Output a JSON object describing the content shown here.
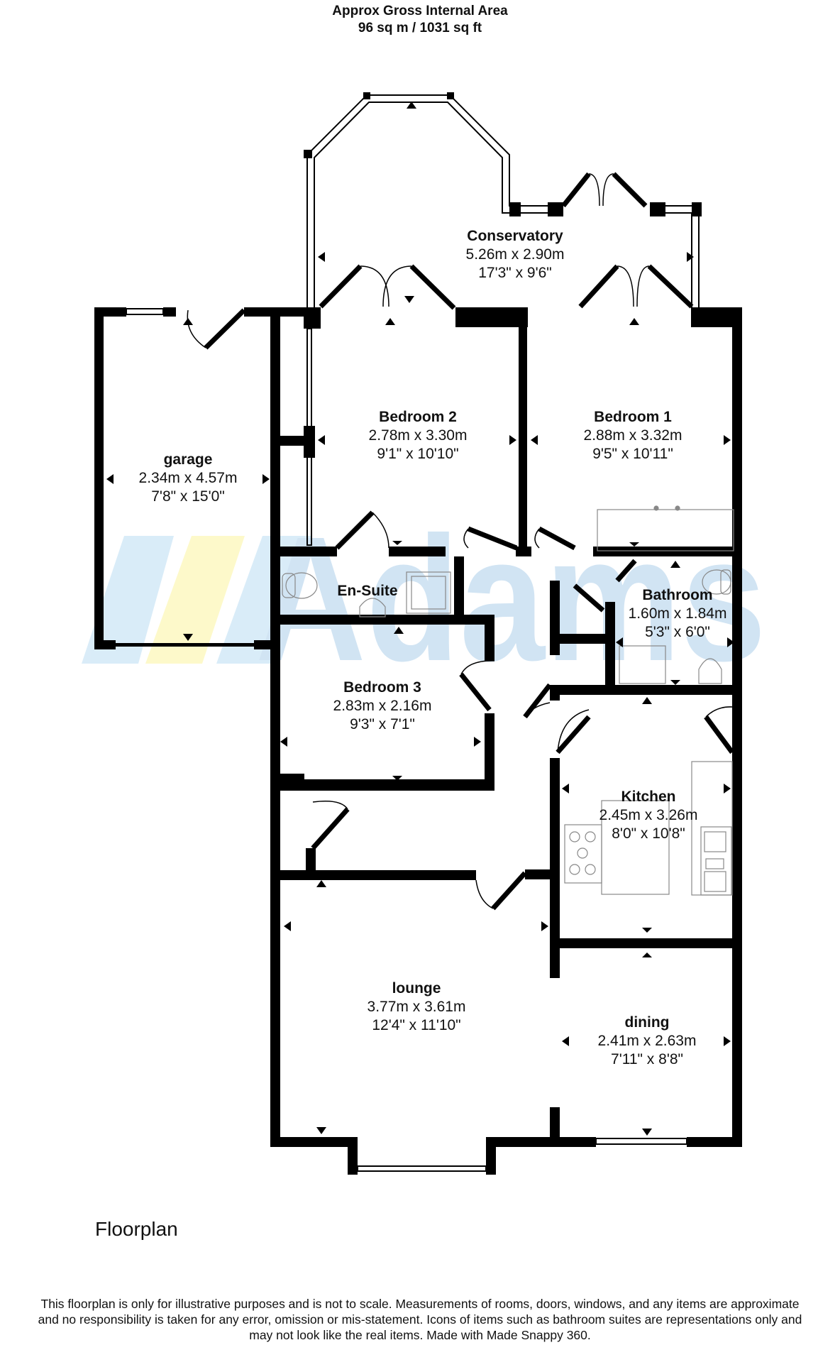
{
  "header": {
    "title": "Approx Gross Internal Area",
    "area": "96 sq m / 1031 sq ft"
  },
  "watermark": {
    "text": "Adams",
    "colors": {
      "blue": "#cfe3f3",
      "yellow": "#fdf9c8"
    }
  },
  "rooms": [
    {
      "id": "conservatory",
      "name": "Conservatory",
      "metric": "5.26m x 2.90m",
      "imperial": "17'3\" x 9'6\""
    },
    {
      "id": "garage",
      "name": "garage",
      "metric": "2.34m x 4.57m",
      "imperial": "7'8\" x 15'0\""
    },
    {
      "id": "bedroom2",
      "name": "Bedroom 2",
      "metric": "2.78m x 3.30m",
      "imperial": "9'1\" x 10'10\""
    },
    {
      "id": "bedroom1",
      "name": "Bedroom 1",
      "metric": "2.88m x 3.32m",
      "imperial": "9'5\" x 10'11\""
    },
    {
      "id": "ensuite",
      "name": "En-Suite"
    },
    {
      "id": "bathroom",
      "name": "Bathroom",
      "metric": "1.60m x 1.84m",
      "imperial": "5'3\" x 6'0\""
    },
    {
      "id": "bedroom3",
      "name": "Bedroom 3",
      "metric": "2.83m x 2.16m",
      "imperial": "9'3\" x 7'1\""
    },
    {
      "id": "kitchen",
      "name": "Kitchen",
      "metric": "2.45m x 3.26m",
      "imperial": "8'0\" x 10'8\""
    },
    {
      "id": "lounge",
      "name": "lounge",
      "metric": "3.77m x 3.61m",
      "imperial": "12'4\" x 11'10\""
    },
    {
      "id": "dining",
      "name": "dining",
      "metric": "2.41m x 2.63m",
      "imperial": "7'11\" x 8'8\""
    }
  ],
  "caption": "Floorplan",
  "disclaimer": {
    "line1": "This floorplan is only for illustrative purposes and is not to scale. Measurements of rooms, doors, windows, and any items are approximate",
    "line2": "and no responsibility is taken for any error, omission or mis-statement. Icons of items such as bathroom suites are representations only and",
    "line3": "may not look like the real items. Made with Made Snappy 360."
  }
}
